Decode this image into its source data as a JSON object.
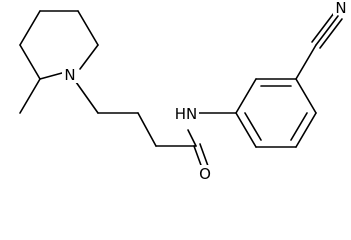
{
  "molecule": {
    "atoms": {
      "piperidine_n": "N",
      "amide_nh": "HN",
      "carbonyl_o": "O",
      "nitrile_n": "N"
    },
    "colors": {
      "ink": "#000000",
      "background": "#ffffff"
    }
  }
}
